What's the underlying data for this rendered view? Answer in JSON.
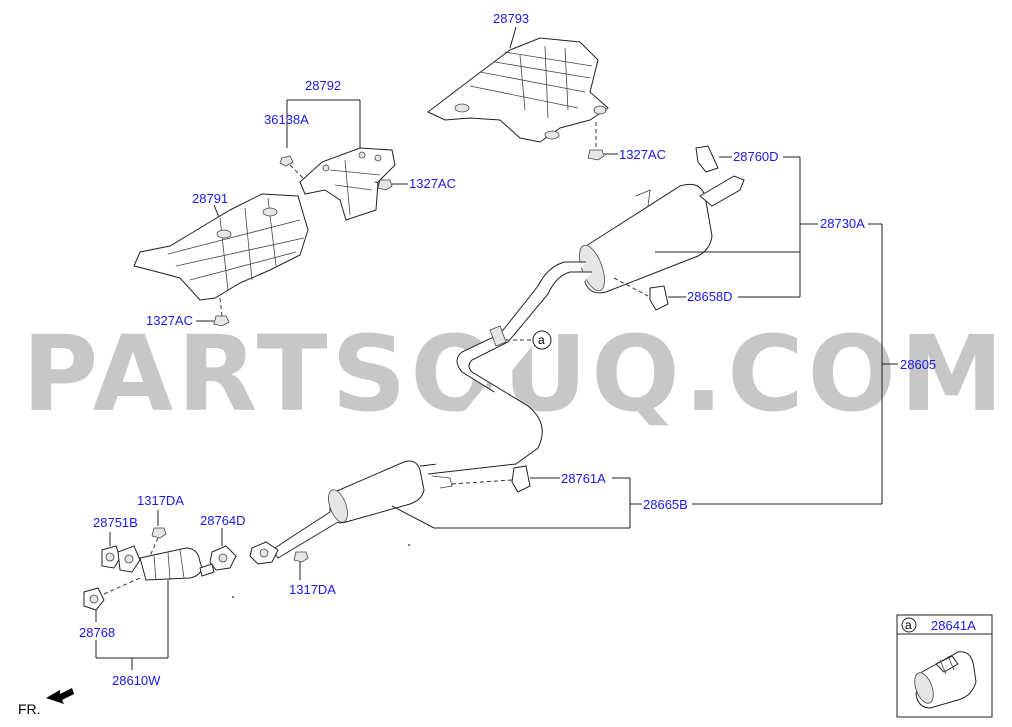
{
  "watermark": "PARTSOUQ.COM",
  "direction_label": "FR.",
  "labels": {
    "p28793": "28793",
    "p28792": "28792",
    "p36138A": "36138A",
    "p1327AC_top": "1327AC",
    "p1327AC_mid": "1327AC",
    "p1327AC_left": "1327AC",
    "p28791": "28791",
    "p28760D": "28760D",
    "p28730A": "28730A",
    "p28658D": "28658D",
    "p28605": "28605",
    "p28761A": "28761A",
    "p28665B": "28665B",
    "p1317DA_top": "1317DA",
    "p1317DA_bot": "1317DA",
    "p28751B": "28751B",
    "p28764D": "28764D",
    "p28768": "28768",
    "p28610W": "28610W",
    "callout_a": "a"
  },
  "inset": {
    "marker": "a",
    "part": "28641A"
  }
}
